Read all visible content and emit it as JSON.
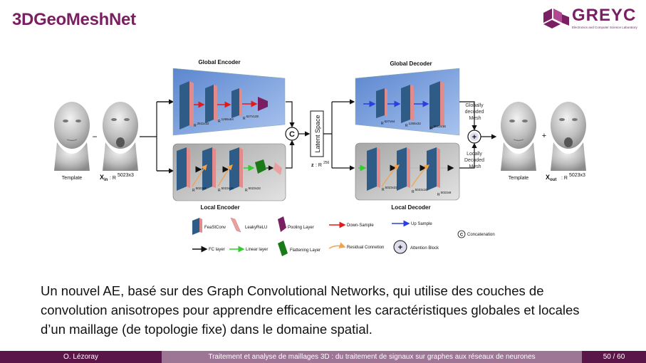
{
  "slide": {
    "title": "3DGeoMeshNet",
    "logo": {
      "word": "GREYC",
      "subtitle": "Electronics and Computer Science Laboratory"
    }
  },
  "diagram": {
    "global_encoder": "Global Encoder",
    "local_encoder": "Local Encoder",
    "global_decoder": "Global Decoder",
    "local_decoder": "Local Decoder",
    "latent_space": "Latent Space",
    "concat_symbol": "C",
    "plus_symbol": "+",
    "minus_symbol": "−",
    "template_left": "Template",
    "template_right": "Template",
    "xin_label": "X",
    "xin_sub": "in",
    "xin_dim": ": R",
    "xin_sup": "5023x3",
    "xout_label": "X",
    "xout_sub": "out",
    "xout_dim": ": R",
    "xout_sup": "5023x3",
    "z_label": "z",
    "z_dim": ": R",
    "z_sup": "256",
    "globally_decoded": [
      "Globally",
      "decoded",
      "Mesh"
    ],
    "locally_decoded": [
      "Locally",
      "Decoded",
      "Mesh"
    ],
    "ge_dims": [
      {
        "r": "R",
        "sup": "2511x32"
      },
      {
        "r": "R",
        "sup": "1255x64"
      },
      {
        "r": "R",
        "sup": "627x128"
      }
    ],
    "gd_dims": [
      {
        "r": "R",
        "sup": "627x64"
      },
      {
        "r": "R",
        "sup": "1255x32"
      },
      {
        "r": "R",
        "sup": "5023x16"
      }
    ],
    "le_dims": [
      {
        "r": "R",
        "sup": "5023x8"
      },
      {
        "r": "R",
        "sup": "5023x16"
      },
      {
        "r": "R",
        "sup": "5023x32"
      }
    ],
    "ld_dims": [
      {
        "r": "R",
        "sup": "5023x32"
      },
      {
        "r": "R",
        "sup": "5023x16"
      },
      {
        "r": "R",
        "sup": "5023x8"
      }
    ],
    "legend": {
      "feastconv": "FeaStConv",
      "leakyrelu": "LeakyReLU",
      "pooling": "Pooling Layer",
      "downsample": "Down-Sample",
      "upsample": "Up Sample",
      "concatenation": "Concatenation",
      "fc": "FC layer",
      "linear": "Linear layer",
      "flattening": "Flattening Layer",
      "residual": "Residual Connetion",
      "attention": "Attention Block"
    }
  },
  "body_text": "Un nouvel AE, basé sur des Graph Convolutional Networks, qui utilise des couches de convolution anisotropes pour apprendre efficacement les caractéristiques globales et locales d’un maillage (de topologie fixe) dans le domaine spatial.",
  "footer": {
    "author": "O. Lézoray",
    "talk_title": "Traitement et analyse de maillages 3D : du traitement de signaux sur graphes aux réseaux de neurones",
    "page": "50 / 60"
  },
  "colors": {
    "accent": "#7a1f62",
    "footer_dark": "#5a1549",
    "footer_light": "#9d7595",
    "global_block": "#6f96d6",
    "local_block": "#bdbdbd",
    "feastconv": "#2e5c86",
    "leakyrelu": "#e08c8c",
    "downsample": "#e31a1c",
    "upsample": "#2b3fe0",
    "linear": "#33cc33",
    "residual": "#f5a04a"
  }
}
